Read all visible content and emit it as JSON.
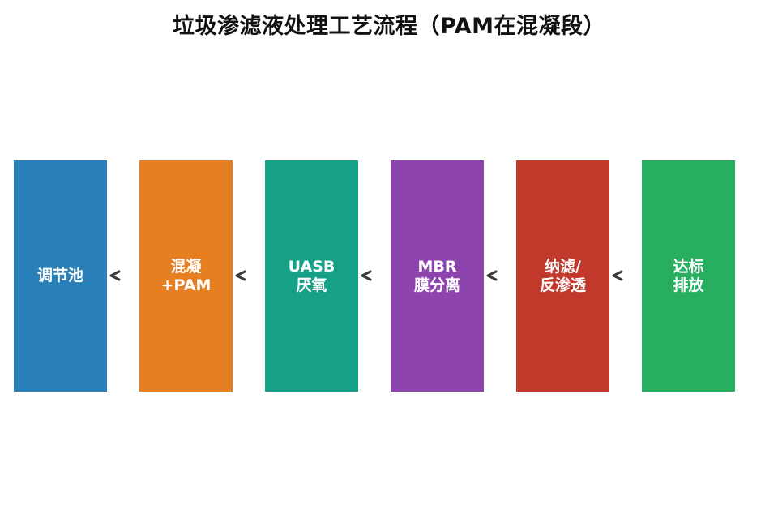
{
  "title": "垃圾渗滤液处理工艺流程（PAM在混凝段）",
  "steps": [
    {
      "line1": "调节池",
      "line2": "",
      "color": "#2980b9"
    },
    {
      "line1": "混凝",
      "line2": "+PAM",
      "color": "#e67e22"
    },
    {
      "line1": "UASB",
      "line2": "厌氧",
      "color": "#16a085"
    },
    {
      "line1": "MBR",
      "line2": "膜分离",
      "color": "#8e44ad"
    },
    {
      "line1": "纳滤/",
      "line2": "反渗透",
      "color": "#c0392b"
    },
    {
      "line1": "达标",
      "line2": "排放",
      "color": "#27ae60"
    }
  ],
  "arrow_color": "#3a3a3a",
  "arrow_icon": "chevron-left-icon"
}
